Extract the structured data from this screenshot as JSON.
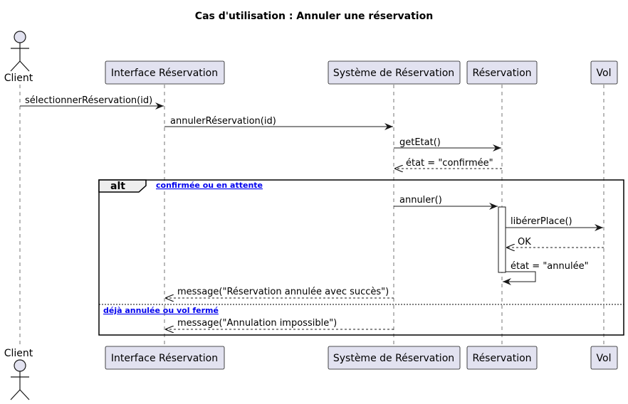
{
  "diagram": {
    "title": "Cas d'utilisation : Annuler une réservation",
    "colors": {
      "participant_fill": "#e2e2f0",
      "participant_border": "#181818",
      "lifeline": "#181818",
      "arrow": "#181818",
      "condition_text": "#0000ee"
    },
    "participants": [
      {
        "id": "client",
        "label": "Client",
        "kind": "actor"
      },
      {
        "id": "ui",
        "label": "Interface Réservation",
        "kind": "participant"
      },
      {
        "id": "sys",
        "label": "Système de Réservation",
        "kind": "participant"
      },
      {
        "id": "res",
        "label": "Réservation",
        "kind": "participant"
      },
      {
        "id": "vol",
        "label": "Vol",
        "kind": "participant"
      }
    ],
    "messages": [
      {
        "from": "client",
        "to": "ui",
        "label": "sélectionnerRéservation(id)",
        "style": "sync"
      },
      {
        "from": "ui",
        "to": "sys",
        "label": "annulerRéservation(id)",
        "style": "sync"
      },
      {
        "from": "sys",
        "to": "res",
        "label": "getEtat()",
        "style": "sync"
      },
      {
        "from": "res",
        "to": "sys",
        "label": "état = \"confirmée\"",
        "style": "return"
      },
      {
        "from": "sys",
        "to": "res",
        "label": "annuler()",
        "style": "sync"
      },
      {
        "from": "res",
        "to": "vol",
        "label": "libérerPlace()",
        "style": "sync"
      },
      {
        "from": "vol",
        "to": "res",
        "label": "OK",
        "style": "return"
      },
      {
        "from": "res",
        "to": "res",
        "label": "état = \"annulée\"",
        "style": "self"
      },
      {
        "from": "sys",
        "to": "ui",
        "label": "message(\"Réservation annulée avec succès\")",
        "style": "return"
      },
      {
        "from": "sys",
        "to": "ui",
        "label": "message(\"Annulation impossible\")",
        "style": "return"
      }
    ],
    "alt_fragment": {
      "keyword": "alt",
      "conditions": [
        "confirmée ou en attente",
        "déjà annulée ou vol fermé"
      ]
    }
  }
}
